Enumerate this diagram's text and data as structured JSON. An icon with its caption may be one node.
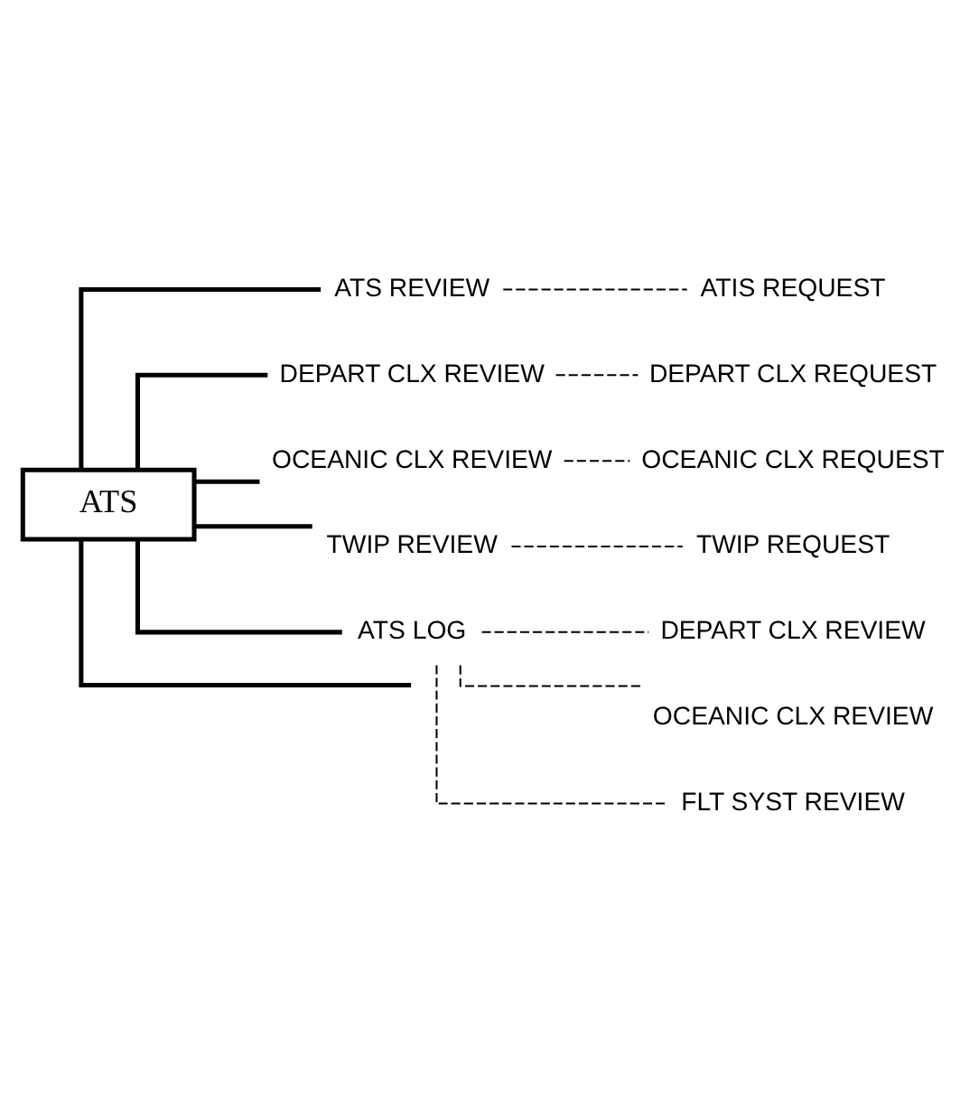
{
  "diagram": {
    "nodes": [
      {
        "text": [
          "ATS"
        ]
      },
      {
        "text": [
          "ATS REVIEW"
        ]
      },
      {
        "text": [
          "ATIS REQUEST"
        ]
      },
      {
        "text": [
          "DEPART CLX REVIEW"
        ]
      },
      {
        "text": [
          "DEPART CLX REQUEST"
        ]
      },
      {
        "text": [
          "OCEANIC CLX REVIEW"
        ]
      },
      {
        "text": [
          "OCEANIC CLX REQUEST"
        ]
      },
      {
        "text": [
          "TWIP REVIEW"
        ]
      },
      {
        "text": [
          "TWIP REQUEST"
        ]
      },
      {
        "text": [
          "ATS LOG"
        ]
      },
      {
        "text": [
          "DEPART CLX REVIEW"
        ]
      },
      {
        "text": [
          "OCEANIC CLX REVIEW"
        ]
      },
      {
        "text": [
          "FLT SYST REVIEW"
        ]
      }
    ],
    "edges": [
      {
        "from": 0,
        "to": 1,
        "arrow": "none",
        "style": "thick"
      },
      {
        "from": 1,
        "to": 2,
        "arrow": "none",
        "style": "dashed"
      },
      {
        "from": 0,
        "to": 3,
        "arrow": "none",
        "style": "thick"
      },
      {
        "from": 3,
        "to": 4,
        "arrow": "none",
        "style": "dashed"
      },
      {
        "from": 0,
        "to": 5,
        "arrow": "none",
        "style": "thick"
      },
      {
        "from": 5,
        "to": 6,
        "arrow": "none",
        "style": "dashed"
      },
      {
        "from": 0,
        "to": 7,
        "arrow": "none",
        "style": "thick"
      },
      {
        "from": 7,
        "to": 8,
        "arrow": "none",
        "style": "dashed"
      },
      {
        "from": 0,
        "to": 9,
        "arrow": "none",
        "style": "thick"
      },
      {
        "from": 9,
        "to": 10,
        "arrow": "none",
        "style": "dashed"
      },
      {
        "from": 9,
        "to": 11,
        "arrow": "none",
        "style": "dashed"
      },
      {
        "from": 9,
        "to": 12,
        "arrow": "none",
        "style": "dashed"
      },
      {
        "from": 0,
        "to": null,
        "arrow": "none",
        "style": "thick"
      }
    ]
  }
}
